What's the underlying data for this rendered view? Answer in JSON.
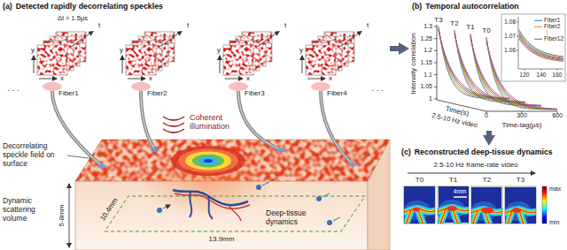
{
  "diagram": {
    "nodes": [
      {
        "text": [
          "(a)",
          "Detected rapidly decorrelating speckles"
        ]
      },
      {
        "text": [
          "(b)",
          "Temporal autocorrelation"
        ]
      },
      {
        "text": [
          "(c)",
          "Reconstructed deep-tissue dynamics"
        ]
      }
    ],
    "edges": [
      {
        "from": 0,
        "to": 1,
        "arrow": "to"
      },
      {
        "from": 1,
        "to": 2,
        "arrow": "to"
      }
    ],
    "labels": [
      "Δt = 1.5μs",
      "t",
      "y",
      "x",
      "t",
      "y",
      "x",
      "t",
      "y",
      "x",
      "t",
      "y",
      "x",
      "· · ·",
      "Fiber1",
      "Fiber2",
      "Fiber3",
      "Fiber4",
      "· · ·",
      "Coherent illumination",
      "Decorrelating speckle field on surface",
      "Dynamic scattering volume",
      "10.4mm",
      "13.9mm",
      "5-8mm",
      "Deep-tissue dynamics",
      "T3",
      "T2",
      "T1",
      "T0",
      "1.3",
      "1.25",
      "1.2",
      "1.15",
      "1.1",
      "1.05",
      "1",
      "Intensity correlation",
      "Time(s)",
      "2.5-10 Hz video",
      "0",
      "300",
      "600",
      "Time-lag(μs)",
      "1.08",
      "1.07",
      "1.06",
      "120",
      "140",
      "160",
      "⋮",
      "2.5-10 Hz frame-rate video",
      "T0",
      "T1",
      "T2",
      "T3",
      "4mm",
      "max",
      "min"
    ],
    "legend": [
      {
        "text": "Fiber1"
      },
      {
        "text": "Fiber2"
      },
      {
        "text": "Fiber12"
      }
    ]
  }
}
